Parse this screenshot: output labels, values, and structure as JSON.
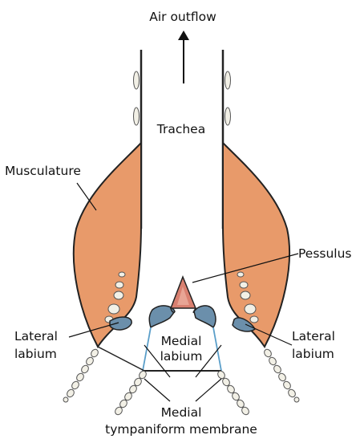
{
  "labels": {
    "air_outflow": "Air outflow",
    "trachea": "Trachea",
    "musculature": "Musculature",
    "pessulus": "Pessulus",
    "lateral_labium_left_1": "Lateral",
    "lateral_labium_left_2": "labium",
    "lateral_labium_right_1": "Lateral",
    "lateral_labium_right_2": "labium",
    "medial_labium_1": "Medial",
    "medial_labium_2": "labium",
    "mtm_1": "Medial",
    "mtm_2": "tympaniform membrane"
  },
  "colors": {
    "muscle": "#e89a6a",
    "labium": "#6b8fab",
    "pessulus": "#d98070",
    "membrane": "#5a9ec9",
    "outline": "#222222"
  }
}
